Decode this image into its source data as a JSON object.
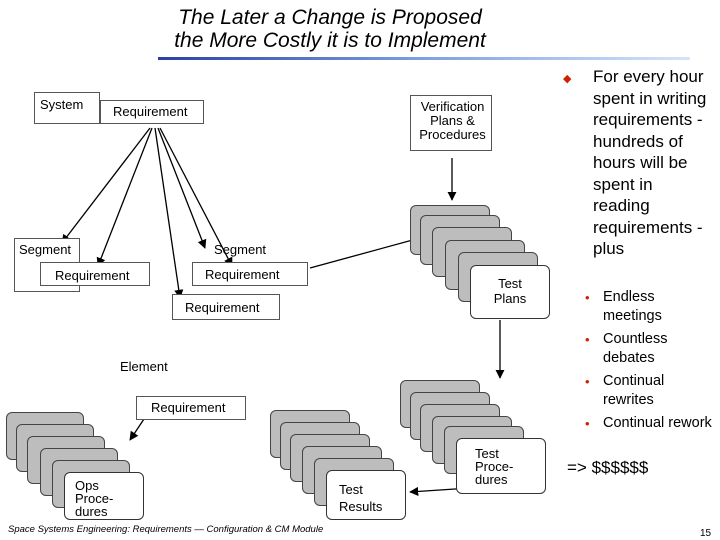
{
  "title": {
    "line1": "The Later a Change is Proposed",
    "line2": "the More Costly it is to Implement"
  },
  "diagram": {
    "system_label": "System",
    "requirement_top": "Requirement",
    "verification": [
      "Verification",
      "Plans &",
      "Procedures"
    ],
    "segment_left": "Segment",
    "segment_right": "Segment",
    "requirement_seg_left": "Requirement",
    "requirement_seg_right": "Requirement",
    "requirement_mid": "Requirement",
    "element_label": "Element",
    "requirement_element": "Requirement",
    "test_plans": [
      "Test",
      "Plans"
    ],
    "test_procedures": [
      "Test",
      "Proce-",
      "dures"
    ],
    "test_results": [
      "Test",
      "Results"
    ],
    "ops_procedures": [
      "Ops",
      "Proce-",
      "dures"
    ]
  },
  "bullets": {
    "main": "For every hour spent in writing requirements - hundreds of hours will be spent in reading requirements - plus",
    "sub": [
      "Endless meetings",
      "Countless debates",
      "Continual rewrites",
      "Continual rework"
    ],
    "result": "=> $$$$$$"
  },
  "footer": "Space Systems Engineering: Requirements — Configuration & CM Module",
  "page_number": "15"
}
